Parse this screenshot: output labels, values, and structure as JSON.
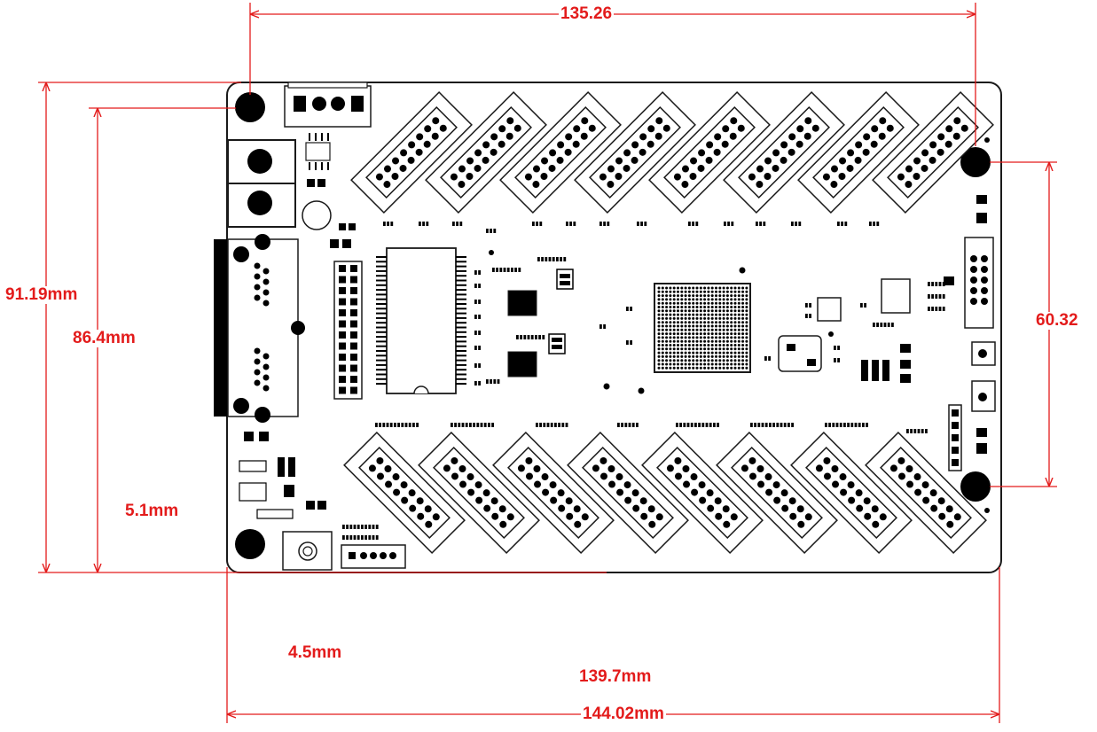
{
  "dimensions": {
    "top_width": "135.26",
    "right_height": "60.32",
    "outer_height": "91.19mm",
    "inner_height": "86.4mm",
    "left_offset": "5.1mm",
    "bottom_offset": "4.5mm",
    "inner_width": "139.7mm",
    "outer_width": "144.02mm"
  },
  "colors": {
    "dimension": "#e31b1b",
    "outline": "#1a1a1a",
    "fill": "#000000"
  }
}
